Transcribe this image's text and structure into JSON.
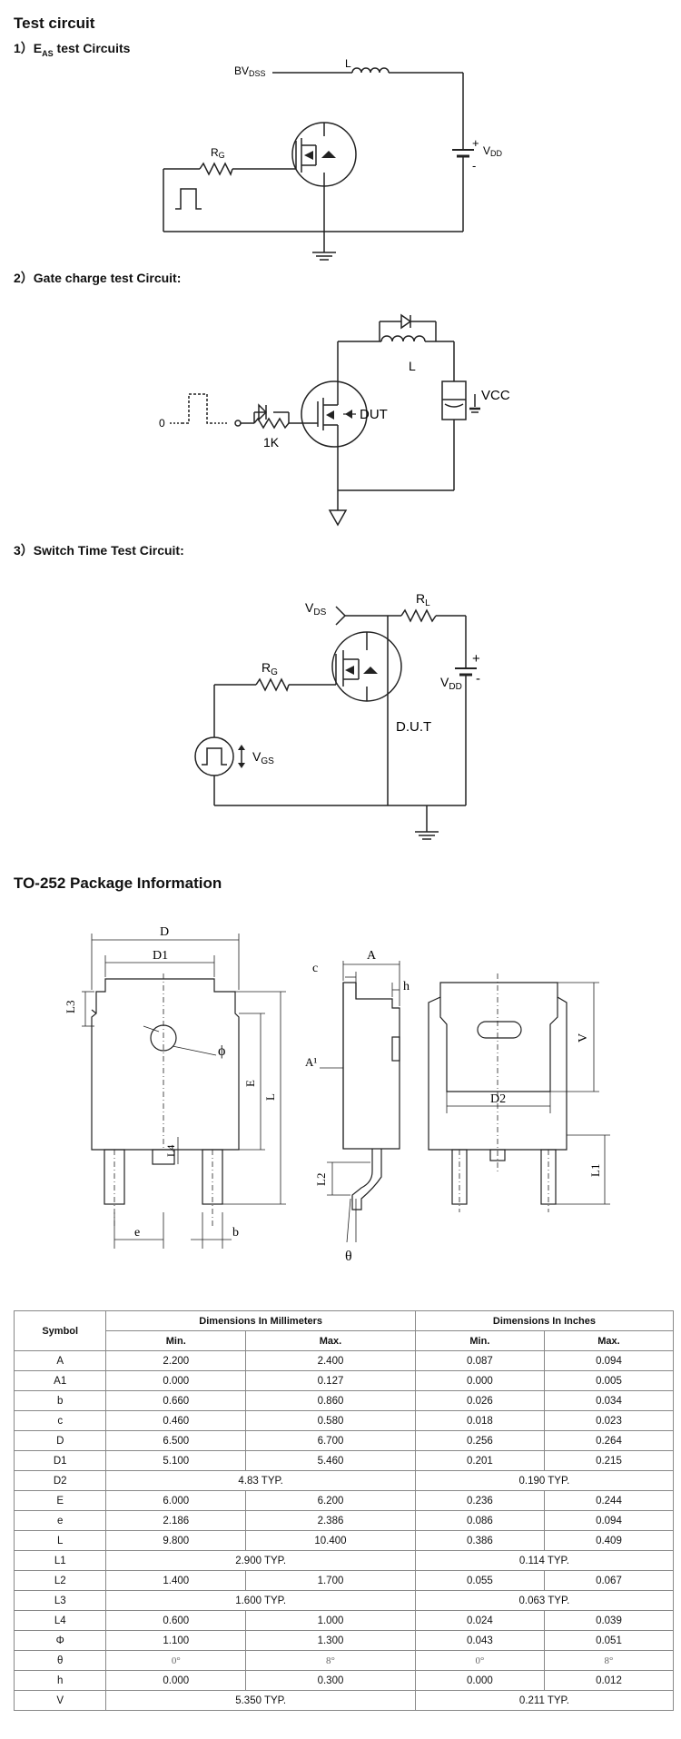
{
  "page": {
    "title": "Test circuit",
    "section1": "1）E",
    "section1_sub": "AS",
    "section1_rest": " test Circuits",
    "section2": "2）Gate charge test Circuit:",
    "section3": "3）Switch Time Test Circuit:",
    "package_title": "TO-252 Package Information"
  },
  "circuit1": {
    "bvdss": "BV",
    "bvdss_sub": "DSS",
    "l": "L",
    "rg": "R",
    "rg_sub": "G",
    "plus": "+",
    "minus": "-",
    "vdd": "V",
    "vdd_sub": "DD"
  },
  "circuit2": {
    "zero": "0",
    "r1k": "1K",
    "dut": "DUT",
    "l": "L",
    "vcc": "VCC"
  },
  "circuit3": {
    "vds": "V",
    "vds_sub": "DS",
    "rl": "R",
    "rl_sub": "L",
    "rg": "R",
    "rg_sub": "G",
    "vgs": "V",
    "vgs_sub": "GS",
    "vdd": "V",
    "vdd_sub": "DD",
    "dut": "D.U.T",
    "plus": "+",
    "minus": "-"
  },
  "package_labels": {
    "D": "D",
    "D1": "D1",
    "L3": "L3",
    "phi": "ϕ",
    "E": "E",
    "L": "L",
    "L4": "L4",
    "L2": "L2",
    "e": "e",
    "b": "b",
    "c": "c",
    "A": "A",
    "h": "h",
    "A1": "A¹",
    "theta": "θ",
    "V": "V",
    "D2": "D2",
    "L1": "L1"
  },
  "table": {
    "symbol": "Symbol",
    "mm": "Dimensions In Millimeters",
    "in": "Dimensions In Inches",
    "min": "Min.",
    "max": "Max.",
    "rows": [
      {
        "sym": "A",
        "v": [
          "2.200",
          "2.400",
          "0.087",
          "0.094"
        ]
      },
      {
        "sym": "A1",
        "v": [
          "0.000",
          "0.127",
          "0.000",
          "0.005"
        ]
      },
      {
        "sym": "b",
        "v": [
          "0.660",
          "0.860",
          "0.026",
          "0.034"
        ]
      },
      {
        "sym": "c",
        "v": [
          "0.460",
          "0.580",
          "0.018",
          "0.023"
        ]
      },
      {
        "sym": "D",
        "v": [
          "6.500",
          "6.700",
          "0.256",
          "0.264"
        ]
      },
      {
        "sym": "D1",
        "v": [
          "5.100",
          "5.460",
          "0.201",
          "0.215"
        ]
      },
      {
        "sym": "D2",
        "typ": [
          "4.83 TYP.",
          "0.190 TYP."
        ]
      },
      {
        "sym": "E",
        "v": [
          "6.000",
          "6.200",
          "0.236",
          "0.244"
        ]
      },
      {
        "sym": "e",
        "v": [
          "2.186",
          "2.386",
          "0.086",
          "0.094"
        ]
      },
      {
        "sym": "L",
        "v": [
          "9.800",
          "10.400",
          "0.386",
          "0.409"
        ]
      },
      {
        "sym": "L1",
        "typ": [
          "2.900 TYP.",
          "0.114 TYP."
        ]
      },
      {
        "sym": "L2",
        "v": [
          "1.400",
          "1.700",
          "0.055",
          "0.067"
        ]
      },
      {
        "sym": "L3",
        "typ": [
          "1.600 TYP.",
          "0.063 TYP."
        ]
      },
      {
        "sym": "L4",
        "v": [
          "0.600",
          "1.000",
          "0.024",
          "0.039"
        ]
      },
      {
        "sym": "Φ",
        "v": [
          "1.100",
          "1.300",
          "0.043",
          "0.051"
        ]
      },
      {
        "sym": "θ",
        "v": [
          "0°",
          "8°",
          "0°",
          "8°"
        ]
      },
      {
        "sym": "h",
        "v": [
          "0.000",
          "0.300",
          "0.000",
          "0.012"
        ]
      },
      {
        "sym": "V",
        "typ": [
          "5.350 TYP.",
          "0.211 TYP."
        ]
      }
    ]
  }
}
